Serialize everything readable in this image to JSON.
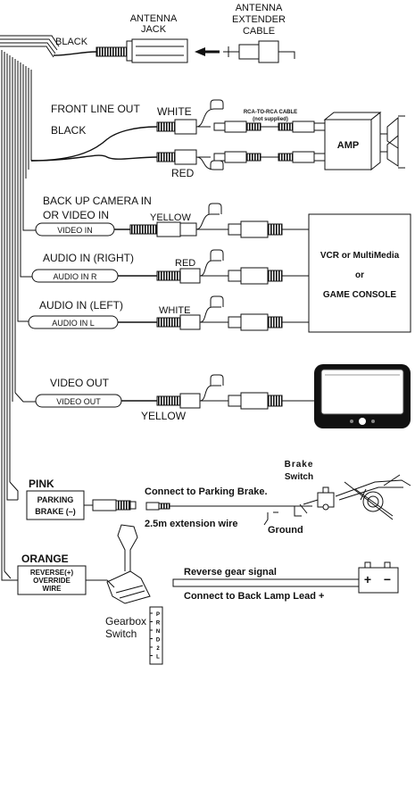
{
  "antenna": {
    "jack_line1": "ANTENNA",
    "jack_line2": "JACK",
    "ext_line1": "ANTENNA",
    "ext_line2": "EXTENDER",
    "ext_line3": "CABLE",
    "wire_label": "BLACK"
  },
  "front_line_out": {
    "title": "FRONT LINE OUT",
    "black": "BLACK",
    "white": "WHITE",
    "red": "RED",
    "rca_line1": "RCA-TO-RCA CABLE",
    "rca_line2": "(not supplied)",
    "amp": "AMP"
  },
  "backup_camera": {
    "line1": "BACK UP CAMERA IN",
    "line2": "OR VIDEO IN",
    "tag": "VIDEO IN",
    "color": "YELLOW"
  },
  "audio_right": {
    "title": "AUDIO IN (RIGHT)",
    "tag": "AUDIO IN  R",
    "color": "RED"
  },
  "audio_left": {
    "title": "AUDIO IN (LEFT)",
    "tag": "AUDIO IN  L",
    "color": "WHITE"
  },
  "vcr_box": {
    "line1": "VCR or MultiMedia",
    "line2": "or",
    "line3": "GAME CONSOLE"
  },
  "video_out": {
    "title": "VIDEO OUT",
    "tag": "VIDEO OUT",
    "color": "YELLOW"
  },
  "parking": {
    "color": "PINK",
    "tag_line1": "PARKING",
    "tag_line2": "BRAKE (–)",
    "connect": "Connect to Parking Brake.",
    "extension": "2.5m extension  wire",
    "ground": "Ground",
    "switch_line1": "Brake",
    "switch_line2": "Switch"
  },
  "reverse": {
    "color": "ORANGE",
    "tag_line1": "REVERSE(+)",
    "tag_line2": "OVERRIDE",
    "tag_line3": "WIRE",
    "signal": "Reverse gear signal",
    "connect": "Connect to Back Lamp Lead +",
    "gearbox_line1": "Gearbox",
    "gearbox_line2": "Switch",
    "gears": [
      "P",
      "R",
      "N",
      "D",
      "2",
      "L"
    ],
    "battery_plus": "+",
    "battery_minus": "−"
  }
}
